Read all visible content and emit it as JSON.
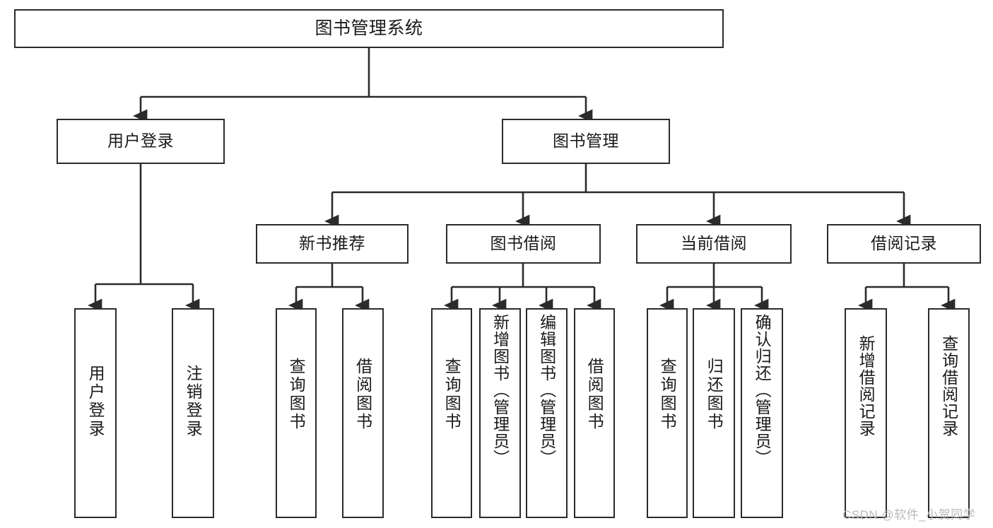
{
  "diagram": {
    "type": "hierarchy-tree",
    "title": "图书管理系统",
    "watermark": "CSDN @软件_小贺同学",
    "colors": {
      "box_border": "#2b2b2b",
      "box_fill": "#ffffff",
      "edge": "#2b2b2b",
      "text": "#1a1a1a",
      "watermark": "#b9b9b9"
    },
    "nodes": {
      "root": {
        "label": "图书管理系统",
        "level": 0
      },
      "l1_0": {
        "label": "用户登录",
        "level": 1
      },
      "l1_1": {
        "label": "图书管理",
        "level": 1
      },
      "l2_0": {
        "label": "新书推荐",
        "level": 2
      },
      "l2_1": {
        "label": "图书借阅",
        "level": 2
      },
      "l2_2": {
        "label": "当前借阅",
        "level": 2
      },
      "l2_3": {
        "label": "借阅记录",
        "level": 2
      },
      "leaf_0": {
        "label": "用户登录",
        "level": 3,
        "parent": "用户登录"
      },
      "leaf_1": {
        "label": "注销登录",
        "level": 3,
        "parent": "用户登录"
      },
      "leaf_2": {
        "label": "查询图书",
        "level": 3,
        "parent": "新书推荐"
      },
      "leaf_3": {
        "label": "借阅图书",
        "level": 3,
        "parent": "新书推荐"
      },
      "leaf_4": {
        "label": "查询图书",
        "level": 3,
        "parent": "图书借阅"
      },
      "leaf_5": {
        "label": "新增图书（管理员）",
        "level": 3,
        "parent": "图书借阅"
      },
      "leaf_6": {
        "label": "编辑图书（管理员）",
        "level": 3,
        "parent": "图书借阅"
      },
      "leaf_7": {
        "label": "借阅图书",
        "level": 3,
        "parent": "图书借阅"
      },
      "leaf_8": {
        "label": "查询图书",
        "level": 3,
        "parent": "当前借阅"
      },
      "leaf_9": {
        "label": "归还图书",
        "level": 3,
        "parent": "当前借阅"
      },
      "leaf_10": {
        "label": "确认归还（管理员）",
        "level": 3,
        "parent": "当前借阅"
      },
      "leaf_11": {
        "label": "新增借阅记录",
        "level": 3,
        "parent": "借阅记录"
      },
      "leaf_12": {
        "label": "查询借阅记录",
        "level": 3,
        "parent": "借阅记录"
      }
    }
  }
}
